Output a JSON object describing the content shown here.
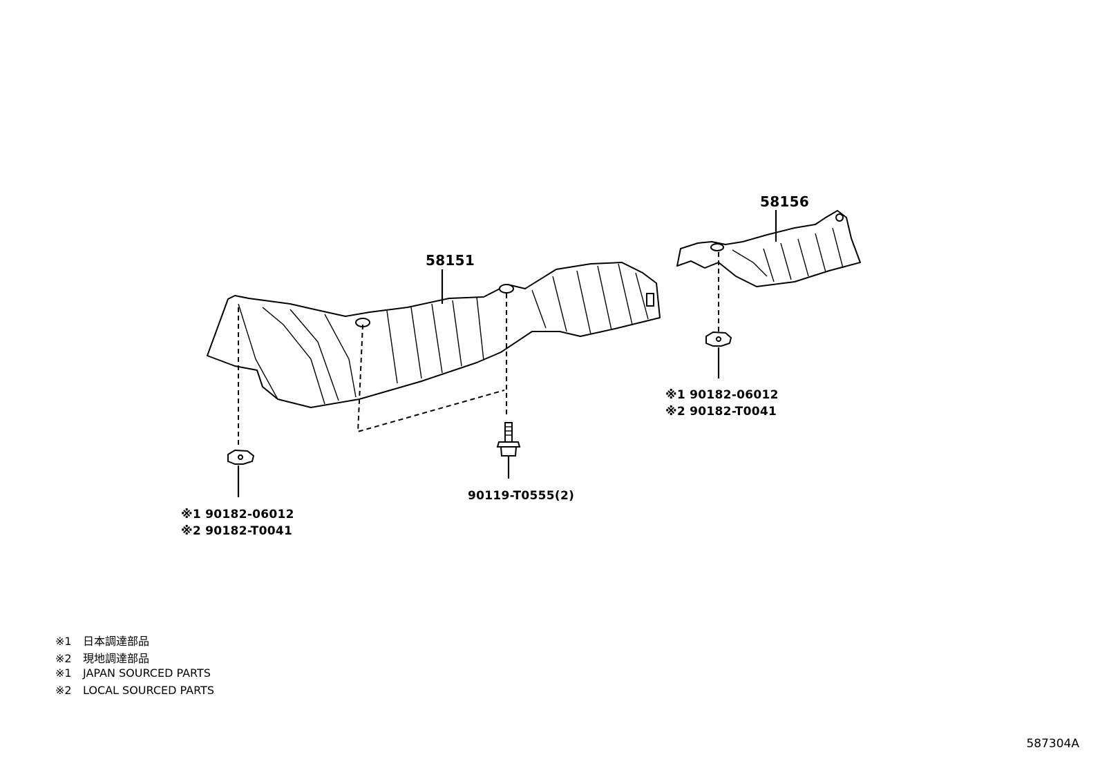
{
  "parts": {
    "main_cover": {
      "number": "58151"
    },
    "rear_cover": {
      "number": "58156"
    },
    "bolt": {
      "number": "90119-T0555(2)"
    },
    "left_nut": {
      "line1": "※1  90182-06012",
      "line2": "※2  90182-T0041"
    },
    "right_nut": {
      "line1": "※1  90182-06012",
      "line2": "※2  90182-T0041"
    }
  },
  "notes": [
    {
      "mark": "※1",
      "text": "日本調達部品"
    },
    {
      "mark": "※2",
      "text": "現地調達部品"
    },
    {
      "mark": "※1",
      "text": "JAPAN SOURCED PARTS"
    },
    {
      "mark": "※2",
      "text": "LOCAL SOURCED PARTS"
    }
  ],
  "diagram_code": "587304A"
}
